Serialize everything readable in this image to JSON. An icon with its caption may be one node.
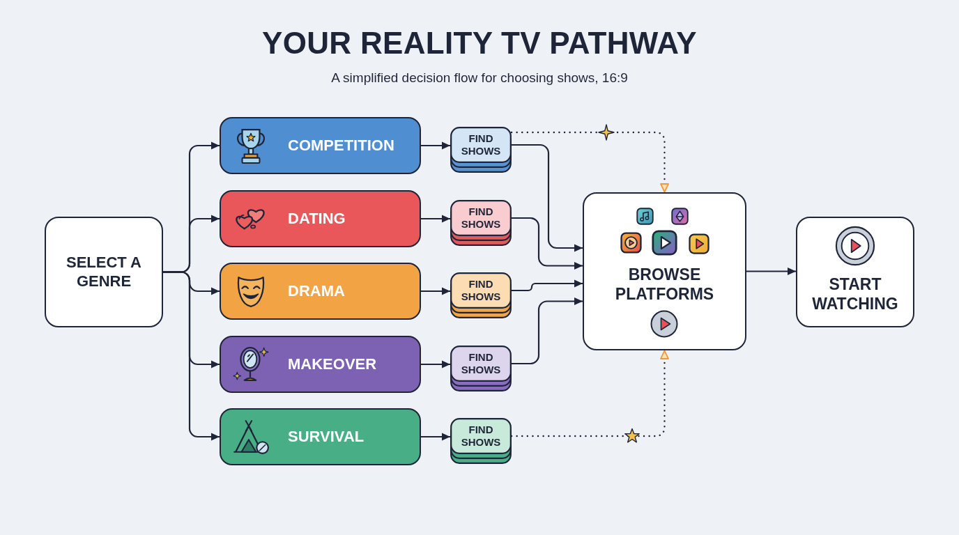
{
  "diagram": {
    "title": "YOUR REALITY TV PATHWAY",
    "caption": "A simplified decision flow for choosing shows, 16:9",
    "nodes": [
      {
        "text": [
          "SELECT A GENRE"
        ]
      },
      {
        "text": [
          "COMPETITION"
        ]
      },
      {
        "text": [
          "DATING"
        ]
      },
      {
        "text": [
          "DRAMA"
        ]
      },
      {
        "text": [
          "MAKEOVER"
        ]
      },
      {
        "text": [
          "SURVIVAL"
        ]
      },
      {
        "text": [
          "FIND SHOWS"
        ]
      },
      {
        "text": [
          "FIND SHOWS"
        ]
      },
      {
        "text": [
          "FIND SHOWS"
        ]
      },
      {
        "text": [
          "FIND SHOWS"
        ]
      },
      {
        "text": [
          "FIND SHOWS"
        ]
      },
      {
        "text": [
          "BROWSE PLATFORMS"
        ]
      },
      {
        "text": [
          "START WATCHING"
        ]
      }
    ],
    "edges": [
      {
        "from": 0,
        "to": 1,
        "arrow": "to"
      },
      {
        "from": 0,
        "to": 2,
        "arrow": "to"
      },
      {
        "from": 0,
        "to": 3,
        "arrow": "to"
      },
      {
        "from": 0,
        "to": 4,
        "arrow": "to"
      },
      {
        "from": 0,
        "to": 5,
        "arrow": "to"
      },
      {
        "from": 1,
        "to": 6,
        "arrow": "to"
      },
      {
        "from": 2,
        "to": 7,
        "arrow": "to"
      },
      {
        "from": 3,
        "to": 8,
        "arrow": "to"
      },
      {
        "from": 4,
        "to": 9,
        "arrow": "to"
      },
      {
        "from": 5,
        "to": 10,
        "arrow": "to"
      },
      {
        "from": 6,
        "to": 11,
        "arrow": "to"
      },
      {
        "from": 7,
        "to": 11,
        "arrow": "to"
      },
      {
        "from": 8,
        "to": 11,
        "arrow": "to"
      },
      {
        "from": 9,
        "to": 11,
        "arrow": "to"
      },
      {
        "from": 6,
        "to": 11,
        "arrow": "to",
        "style": "dashed"
      },
      {
        "from": 10,
        "to": 11,
        "arrow": "to",
        "style": "dashed"
      },
      {
        "from": 11,
        "to": 12,
        "arrow": "to"
      }
    ]
  }
}
